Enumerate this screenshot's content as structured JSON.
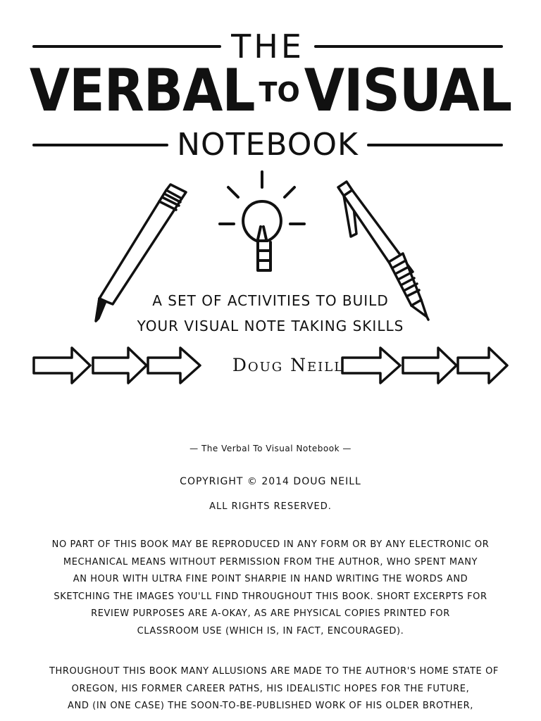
{
  "title": {
    "top_word": "THE",
    "word_verbal": "VERBAL",
    "word_to": "TO",
    "word_visual": "VISUAL",
    "bottom_word": "NOTEBOOK"
  },
  "subtitle": {
    "line1": "A SET OF ACTIVITIES TO BUILD",
    "line2": "YOUR VISUAL NOTE TAKING SKILLS"
  },
  "author": "Doug Neill",
  "book_reference": "— The Verbal To Visual Notebook —",
  "copyright": "Copyright © 2014 Doug Neill",
  "rights": "All Rights Reserved.",
  "paragraph1": [
    "No part of this book may be reproduced in any form or by any electronic or",
    "mechanical means without permission from the author, who spent many",
    "an hour with ultra fine point sharpie in hand writing the words and",
    "sketching the images you'll find throughout this book. Short excerpts for",
    "review purposes are A-okay, as are physical copies printed for",
    "classroom use (which is, in fact, encouraged)."
  ],
  "paragraph2": [
    "Throughout this book many allusions are made to the author's home state of",
    "Oregon, his former career paths, his idealistic hopes for the future,",
    "and (in one case) the soon-to-be-published work of his older brother,"
  ]
}
